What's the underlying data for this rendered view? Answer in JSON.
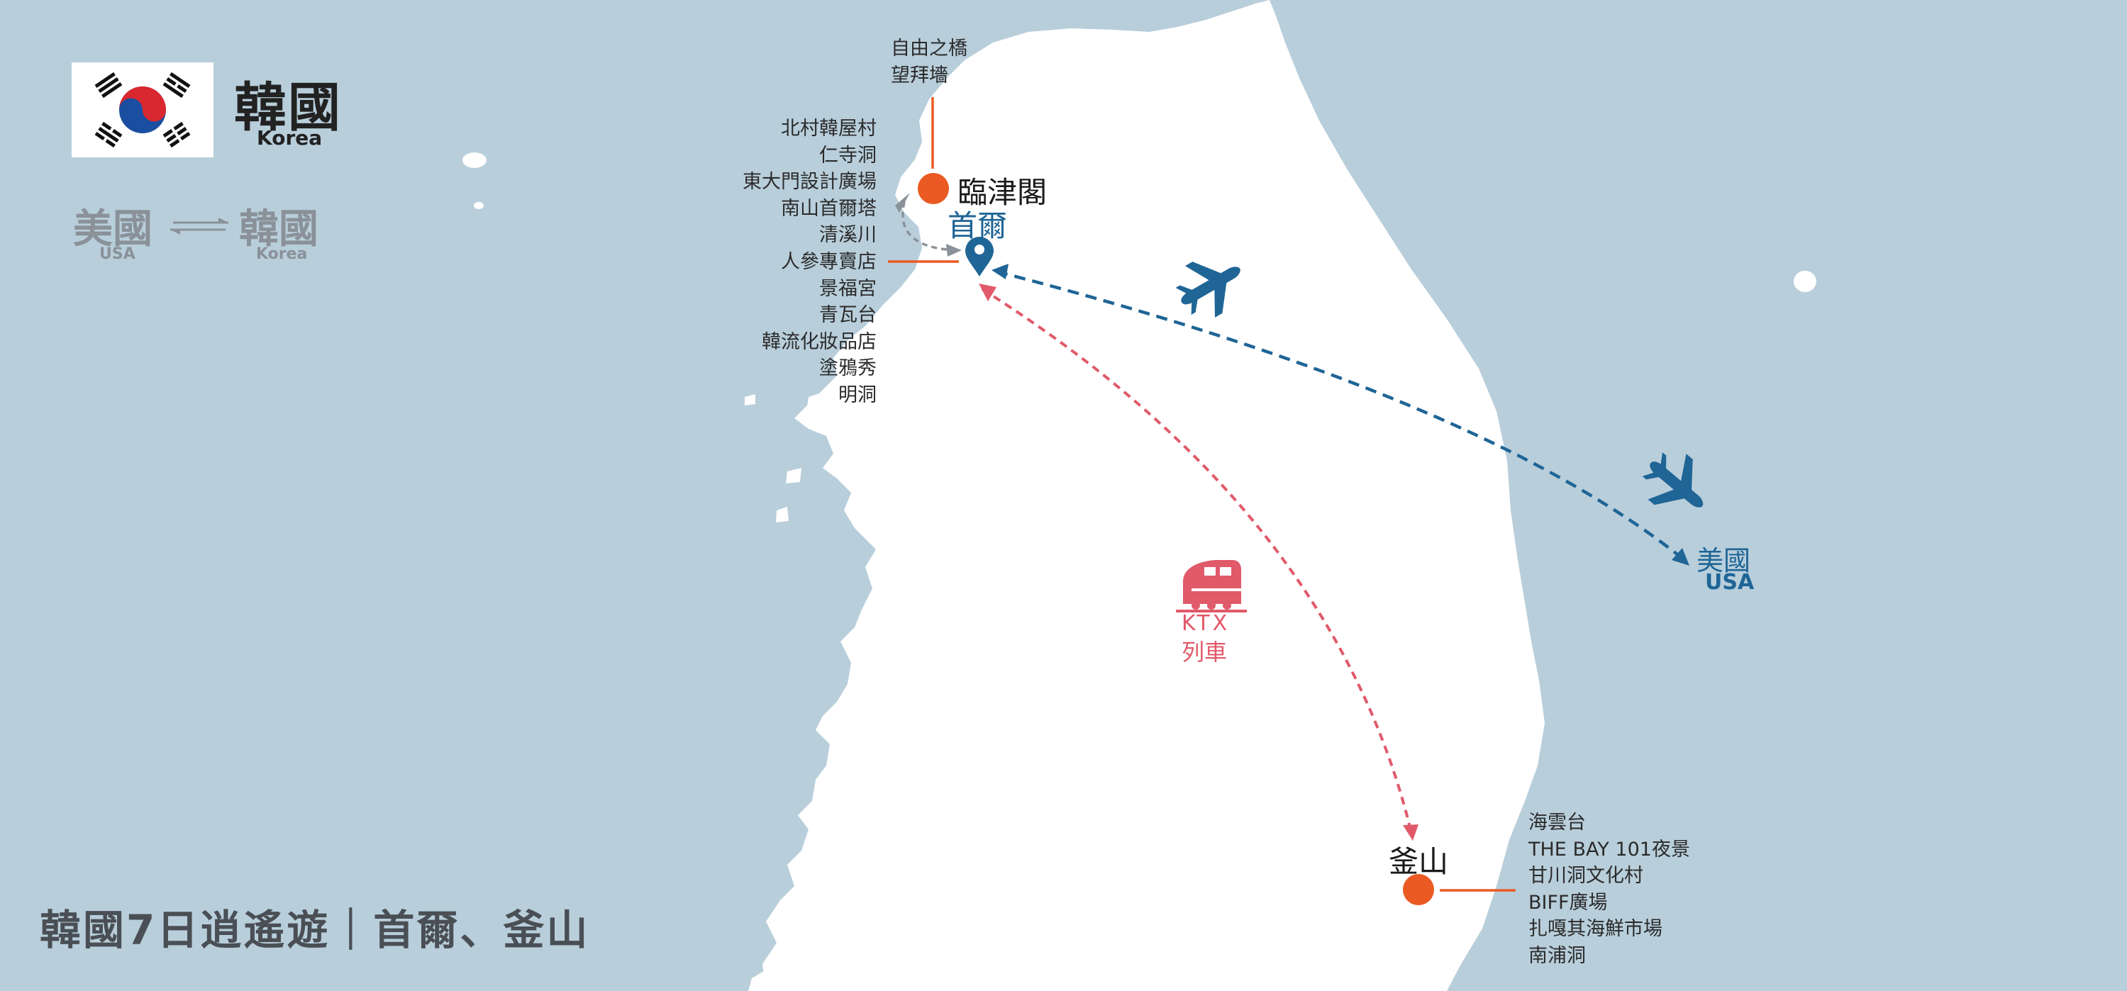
{
  "header": {
    "title_cn": "韓國",
    "title_en": "Korea",
    "route_from_cn": "美國",
    "route_from_en": "USA",
    "route_to_cn": "韓國",
    "route_to_en": "Korea"
  },
  "places": {
    "imjingak": "臨津閣",
    "seoul": "首爾",
    "busan": "釜山",
    "usa_cn": "美國",
    "usa_en": "USA"
  },
  "imjingak_spots": [
    "自由之橋",
    "望拜墻"
  ],
  "seoul_spots": [
    "北村韓屋村",
    "仁寺洞",
    "東大門設計廣場",
    "南山首爾塔",
    "清溪川",
    "人參專賣店",
    "景福宮",
    "青瓦台",
    "韓流化妝品店",
    "塗鴉秀",
    "明洞"
  ],
  "busan_spots": [
    "海雲台",
    "THE BAY 101夜景",
    "甘川洞文化村",
    "BIFF廣場",
    "扎嘎其海鮮市場",
    "南浦洞"
  ],
  "ktx": {
    "label_en": "KTX",
    "label_cn": "列車"
  },
  "trip_title": "韓國7日逍遙遊｜首爾、釜山",
  "colors": {
    "sea": "#b8cedb",
    "land": "#ffffff",
    "flight_route": "#1f6596",
    "train_route": "#e05a6a",
    "marker_orange": "#ea5a22",
    "neighbor_route": "#8a9198"
  },
  "icons": [
    "korea-flag",
    "airplane-icon",
    "train-icon",
    "location-pin-icon"
  ]
}
